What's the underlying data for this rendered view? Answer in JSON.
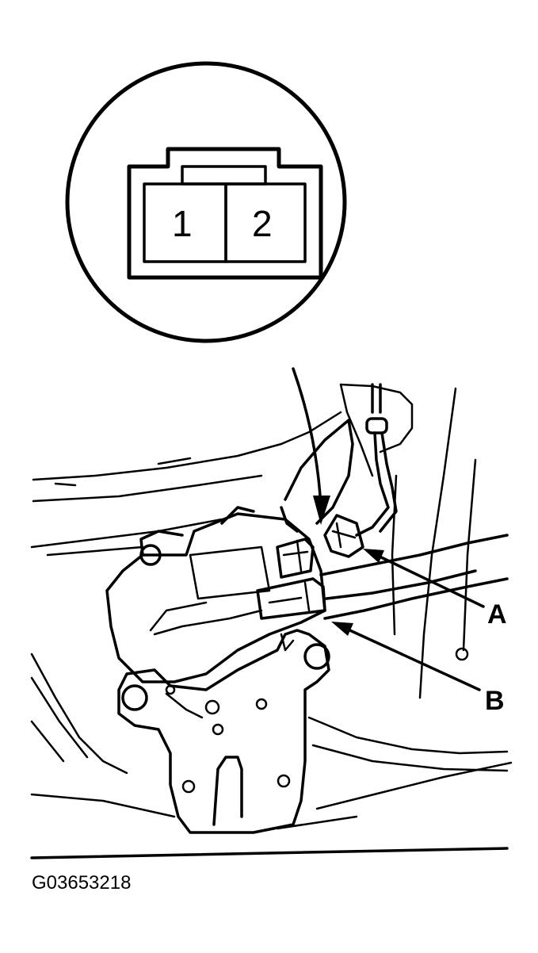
{
  "connector_detail": {
    "pins": [
      {
        "label": "1"
      },
      {
        "label": "2"
      }
    ]
  },
  "callouts": [
    {
      "label": "A"
    },
    {
      "label": "B"
    }
  ],
  "figure_code": "G03653218"
}
